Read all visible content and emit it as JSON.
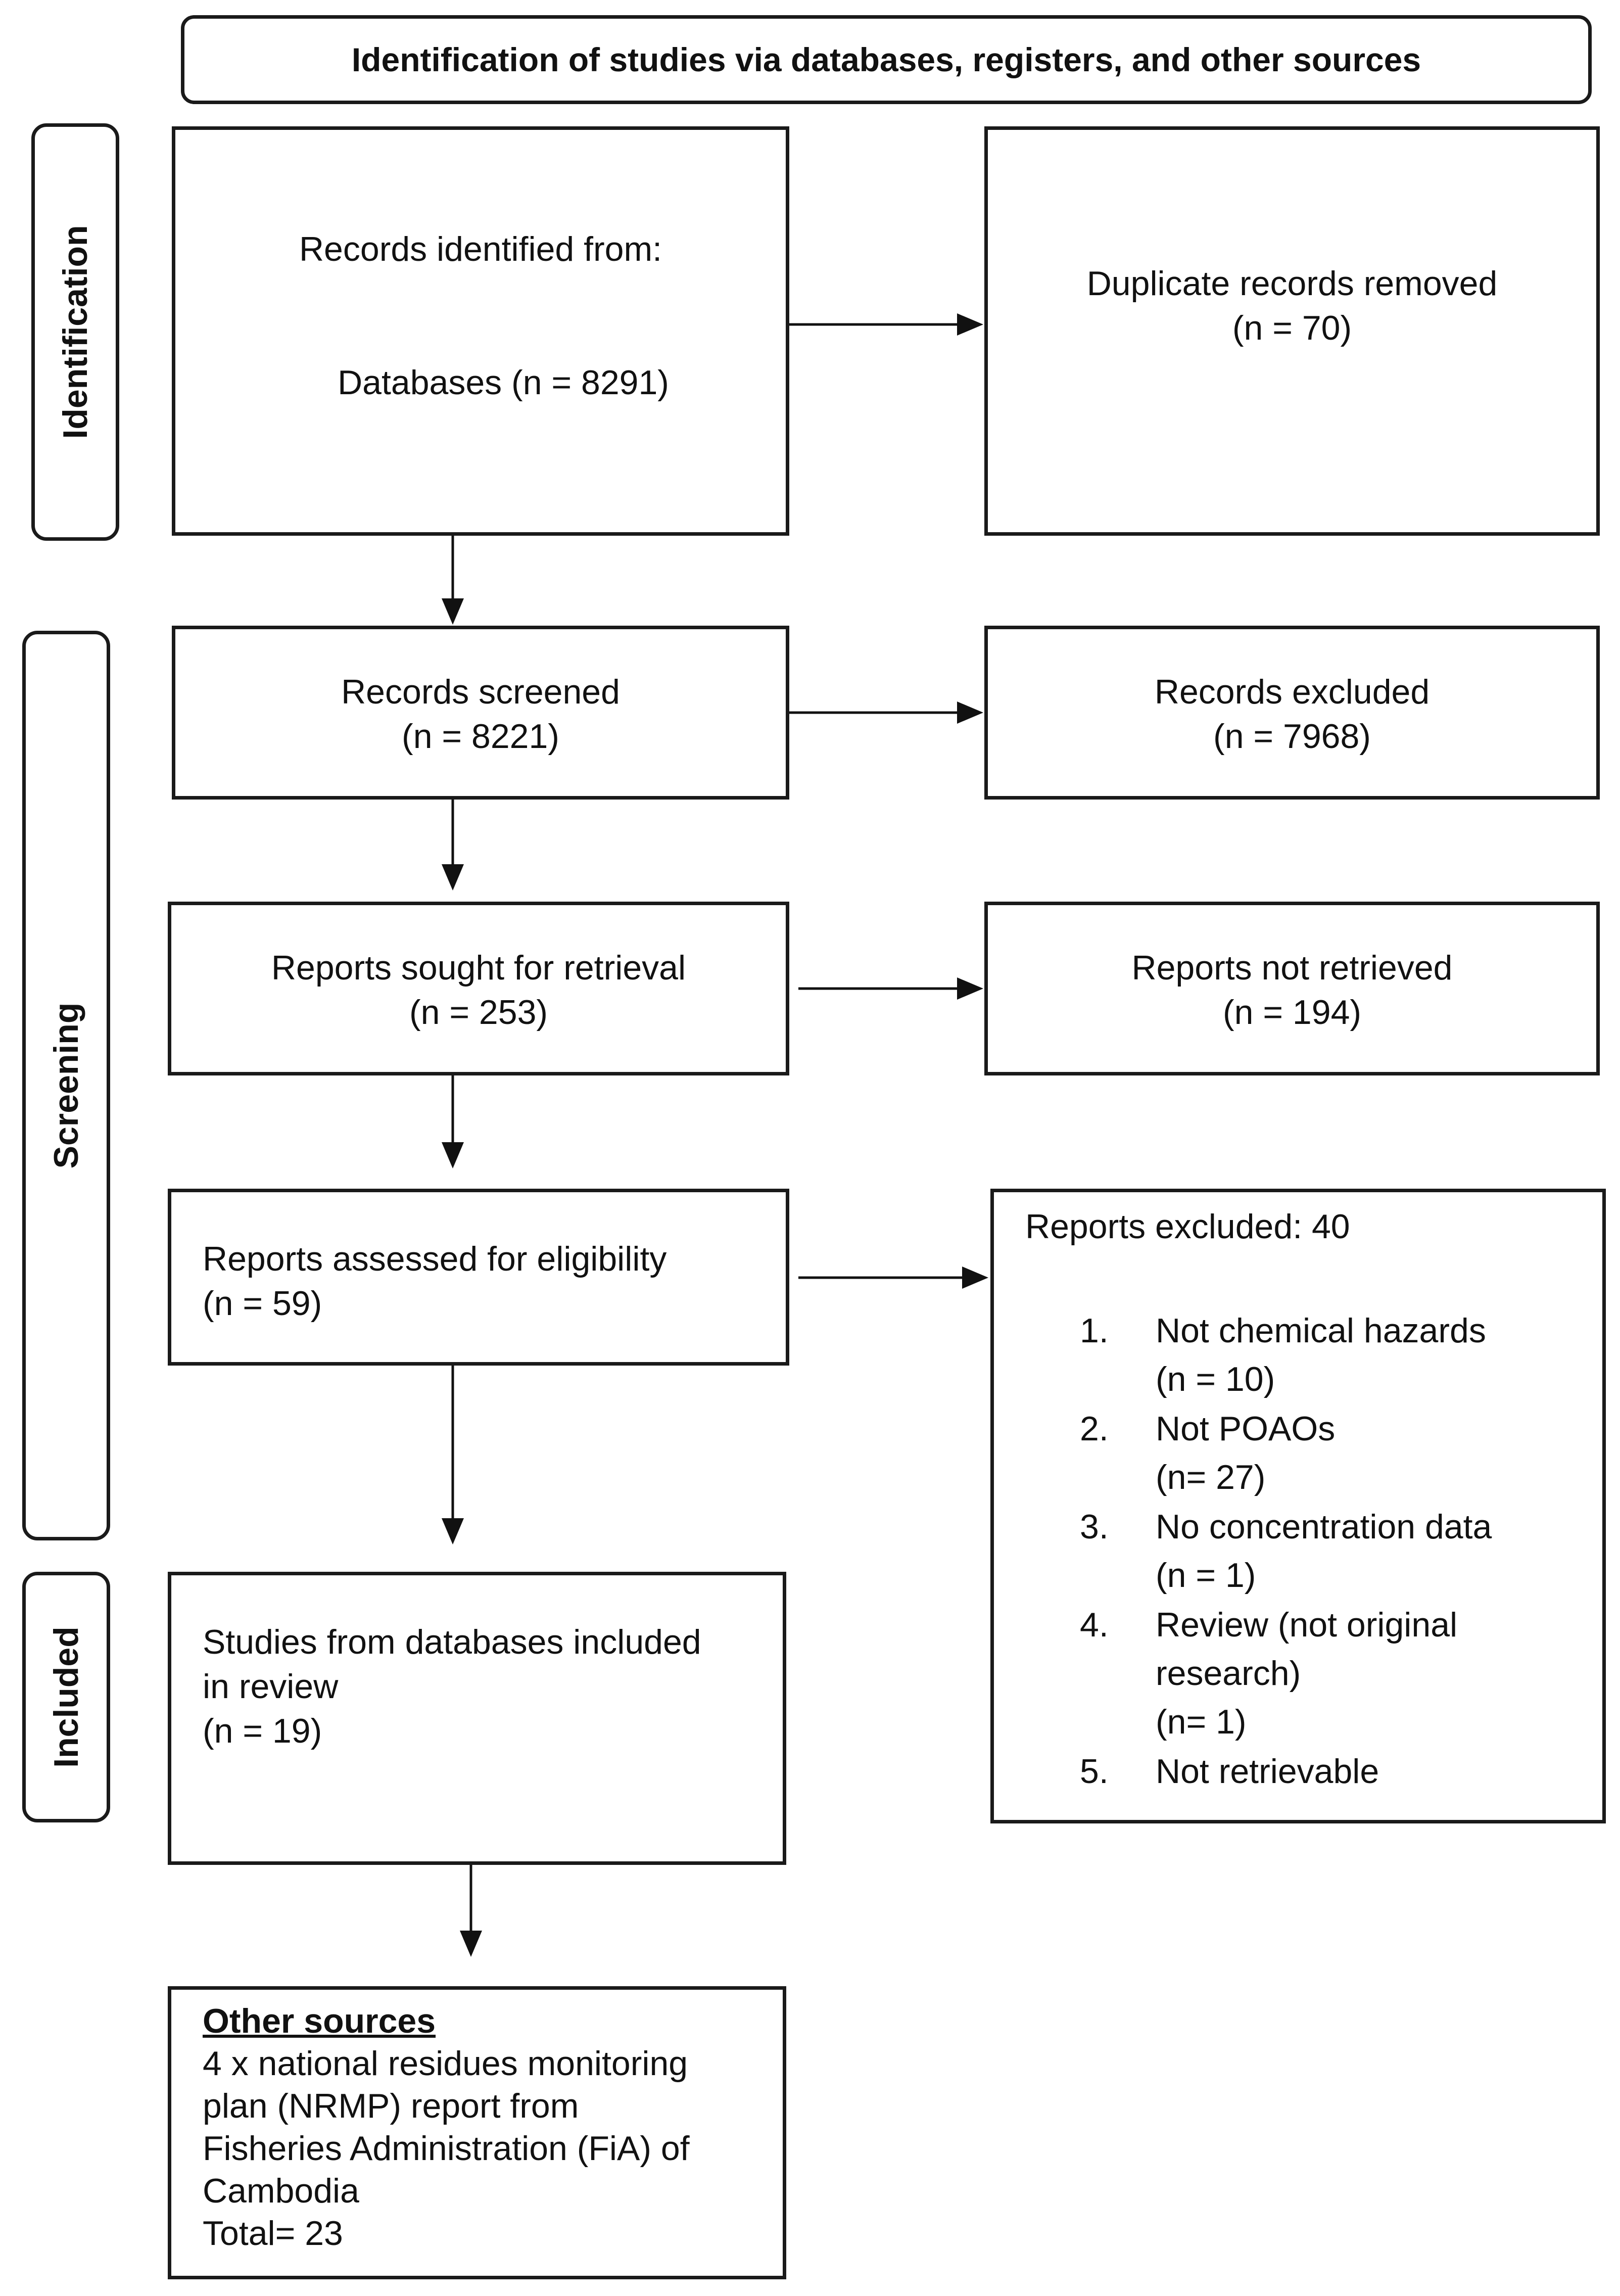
{
  "header": {
    "title": "Identification of studies via databases, registers, and other sources"
  },
  "stages": {
    "identification": "Identification",
    "screening": "Screening",
    "included": "Included"
  },
  "boxes": {
    "records_identified": {
      "line1": "Records identified from:",
      "line2": "Databases (n = 8291)"
    },
    "duplicates_removed": {
      "line1": "Duplicate records removed",
      "line2": "(n = 70)"
    },
    "records_screened": {
      "line1": "Records screened",
      "line2": "(n = 8221)"
    },
    "records_excluded": {
      "line1": "Records excluded",
      "line2": "(n = 7968)"
    },
    "reports_sought": {
      "line1": "Reports sought for retrieval",
      "line2": "(n = 253)"
    },
    "reports_not_retrieved": {
      "line1": "Reports not retrieved",
      "line2": "(n = 194)"
    },
    "reports_assessed": {
      "line1": "Reports assessed for eligibility",
      "line2": "(n = 59)"
    },
    "reports_excluded": {
      "title": "Reports excluded: 40",
      "items": [
        {
          "num": "1.",
          "lines": [
            "Not chemical hazards",
            "(n = 10)"
          ]
        },
        {
          "num": "2.",
          "lines": [
            "Not POAOs",
            "(n= 27)"
          ]
        },
        {
          "num": "3.",
          "lines": [
            "No concentration data",
            "(n = 1)"
          ]
        },
        {
          "num": "4.",
          "lines": [
            "Review (not original",
            "research)",
            "(n= 1)"
          ]
        },
        {
          "num": "5.",
          "lines": [
            "Not retrievable"
          ]
        }
      ]
    },
    "studies_included": {
      "line1": "Studies from databases included",
      "line2": "in review",
      "line3": "(n = 19)"
    },
    "other_sources": {
      "title": "Other sources",
      "line1": "4 x national residues monitoring",
      "line2": "plan (NRMP) report from",
      "line3": "Fisheries Administration (FiA) of",
      "line4": "Cambodia",
      "line5": "Total= 23"
    }
  }
}
